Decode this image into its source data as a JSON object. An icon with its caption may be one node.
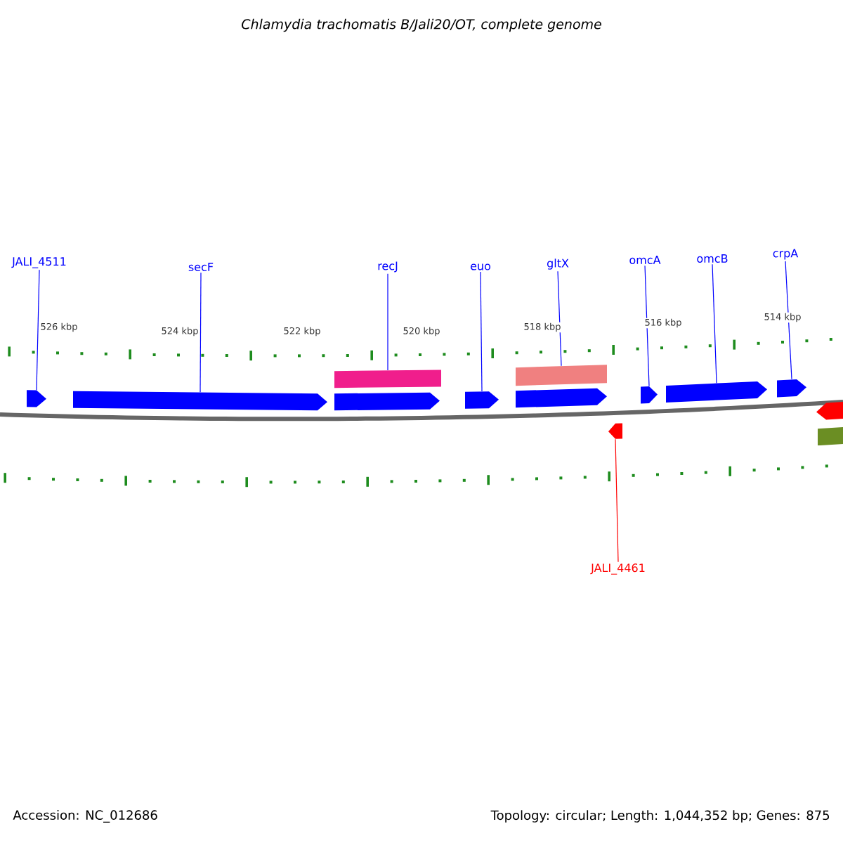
{
  "diagram": {
    "title": "Chlamydia trachomatis B/Jali20/OT, complete genome",
    "nodes": [
      {
        "text": [
          "JALI_4511"
        ]
      },
      {
        "text": [
          "secF"
        ]
      },
      {
        "text": [
          "recJ"
        ]
      },
      {
        "text": [
          "euo"
        ]
      },
      {
        "text": [
          "gltX"
        ]
      },
      {
        "text": [
          "omcA"
        ]
      },
      {
        "text": [
          "omcB"
        ]
      },
      {
        "text": [
          "crpA"
        ]
      },
      {
        "text": [
          "JALI_4461"
        ]
      },
      {
        "text": [],
        "shape": "arrow"
      },
      {
        "text": [],
        "shape": "arrow"
      },
      {
        "text": [],
        "shape": "bar"
      },
      {
        "text": [],
        "shape": "arrow"
      },
      {
        "text": [],
        "shape": "arrow"
      },
      {
        "text": [],
        "shape": "bar"
      },
      {
        "text": [],
        "shape": "arrow"
      },
      {
        "text": [],
        "shape": "arrow"
      },
      {
        "text": [],
        "shape": "arrow"
      },
      {
        "text": [],
        "shape": "arrow"
      },
      {
        "text": [],
        "shape": "arrow"
      },
      {
        "text": [],
        "shape": "arrow"
      },
      {
        "text": [],
        "shape": "bar"
      }
    ],
    "edges": [
      {
        "from": 0,
        "to": 9,
        "arrow": "none"
      },
      {
        "from": 1,
        "to": 10,
        "arrow": "none"
      },
      {
        "from": 2,
        "to": 11,
        "arrow": "none"
      },
      {
        "from": 3,
        "to": 13,
        "arrow": "none"
      },
      {
        "from": 4,
        "to": 14,
        "arrow": "none"
      },
      {
        "from": 5,
        "to": 17,
        "arrow": "none"
      },
      {
        "from": 6,
        "to": 18,
        "arrow": "none"
      },
      {
        "from": 7,
        "to": 19,
        "arrow": "none"
      },
      {
        "from": 8,
        "to": 16,
        "arrow": "none",
        "color": "#ff0000"
      }
    ],
    "labels": [
      "526 kbp",
      "524 kbp",
      "522 kbp",
      "520 kbp",
      "518 kbp",
      "516 kbp",
      "514 kbp",
      "Accession: NC_012686",
      "Topology: circular; Length: 1,044,352 bp; Genes: 875"
    ]
  }
}
